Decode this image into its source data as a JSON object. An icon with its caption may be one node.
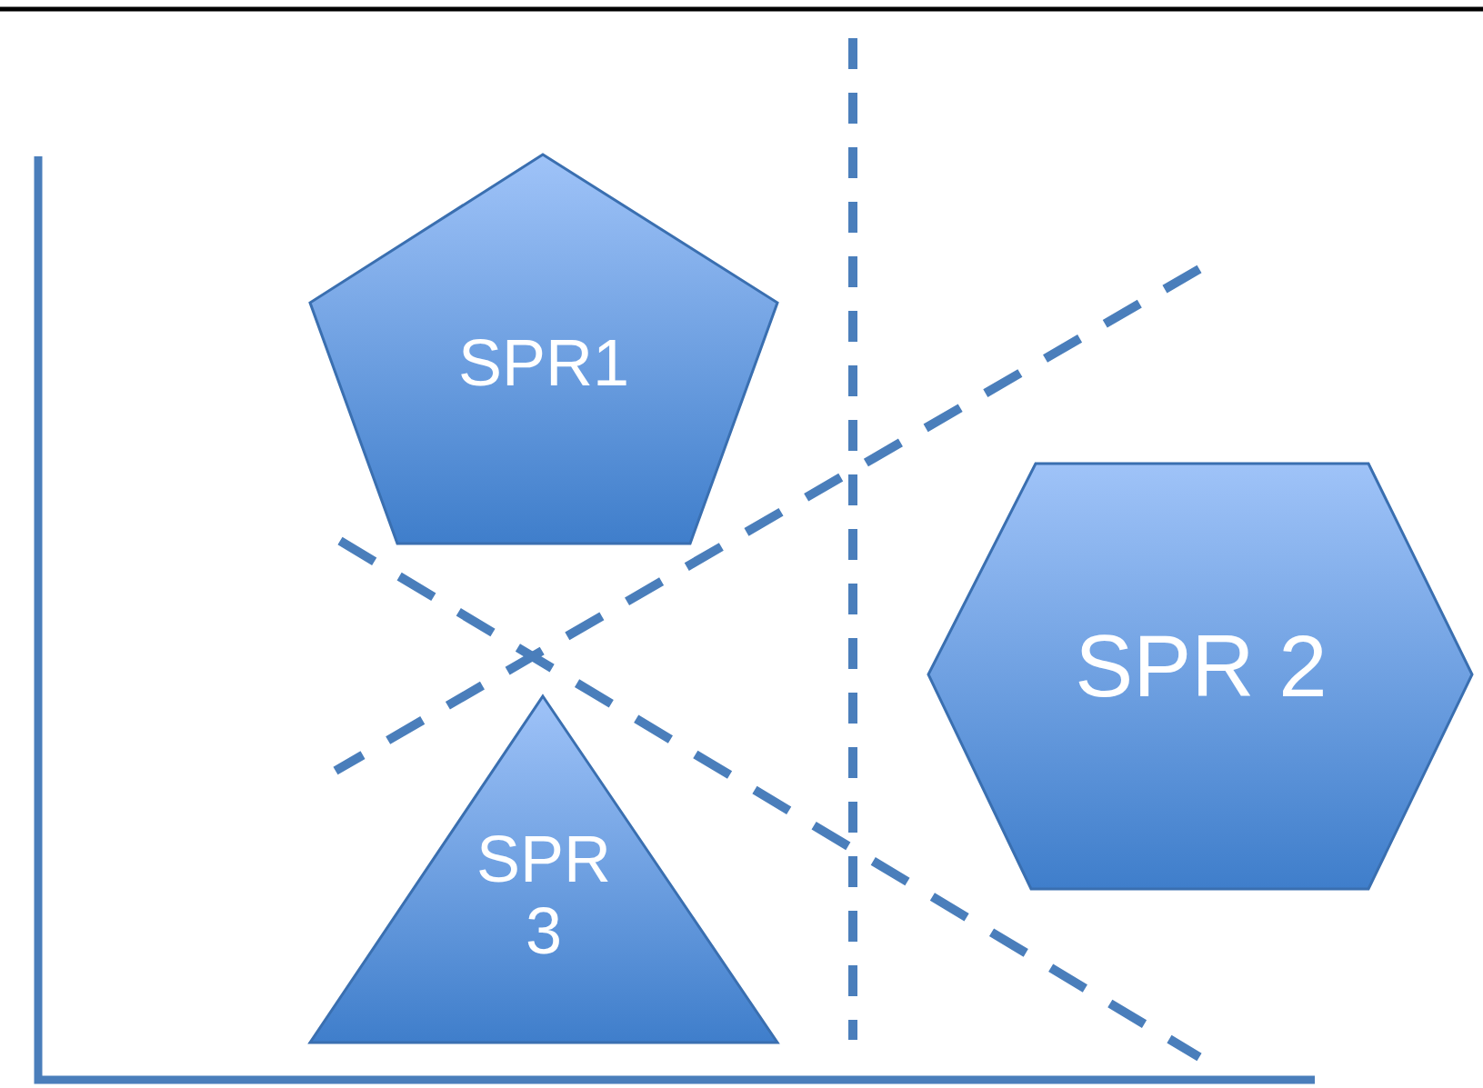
{
  "diagram": {
    "nodes": [
      {
        "text": [
          "SPR1"
        ]
      },
      {
        "text": [
          "SPR 2"
        ]
      },
      {
        "text": [
          "SPR 3"
        ]
      }
    ]
  }
}
